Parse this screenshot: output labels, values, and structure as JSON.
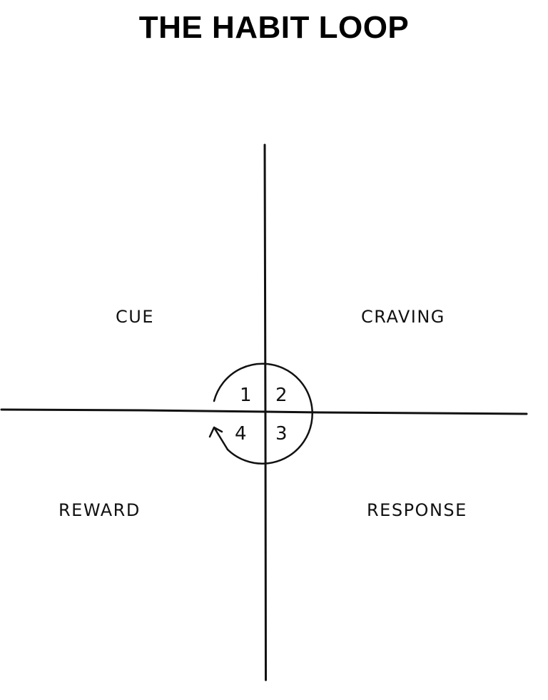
{
  "title": "THE HABIT LOOP",
  "quadrants": {
    "top_left": "CUE",
    "top_right": "CRAVING",
    "bottom_left": "REWARD",
    "bottom_right": "RESPONSE"
  },
  "loop_numbers": {
    "n1": "1",
    "n2": "2",
    "n3": "3",
    "n4": "4"
  },
  "colors": {
    "ink": "#111111",
    "background": "#ffffff"
  }
}
